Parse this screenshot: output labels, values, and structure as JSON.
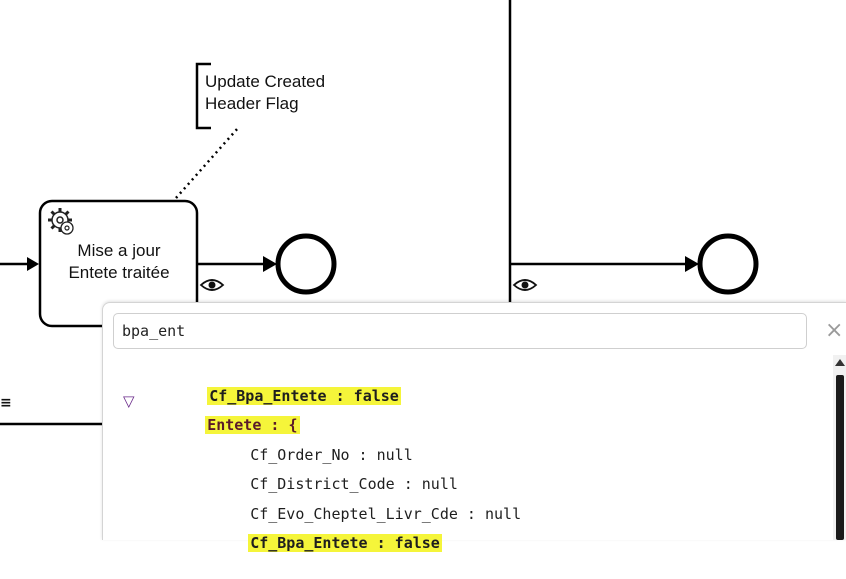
{
  "diagram": {
    "task": {
      "label_line1": "Mise a jour",
      "label_line2": "Entete traitée",
      "icon": "gear-icon"
    },
    "annotation": {
      "line1": "Update Created",
      "line2": "Header Flag"
    },
    "icons": {
      "eye": "eye-icon",
      "menu": "hamburger-icon"
    },
    "left_marker": "≡"
  },
  "variable_panel": {
    "search_value": "bpa_ent",
    "clear_label": "×",
    "rows": [
      {
        "text": "Cf_Bpa_Entete : false",
        "highlight": true
      },
      {
        "toggle": "▽",
        "text": "Entete : {",
        "highlight": true
      },
      {
        "text": "Cf_Order_No : null",
        "highlight": false
      },
      {
        "text": "Cf_District_Code : null",
        "highlight": false
      },
      {
        "text": "Cf_Evo_Cheptel_Livr_Cde : null",
        "highlight": false
      },
      {
        "text": "Cf_Bpa_Entete : false",
        "highlight": true
      }
    ]
  },
  "colors": {
    "highlight": "#f5f53a",
    "stroke": "#000000"
  }
}
